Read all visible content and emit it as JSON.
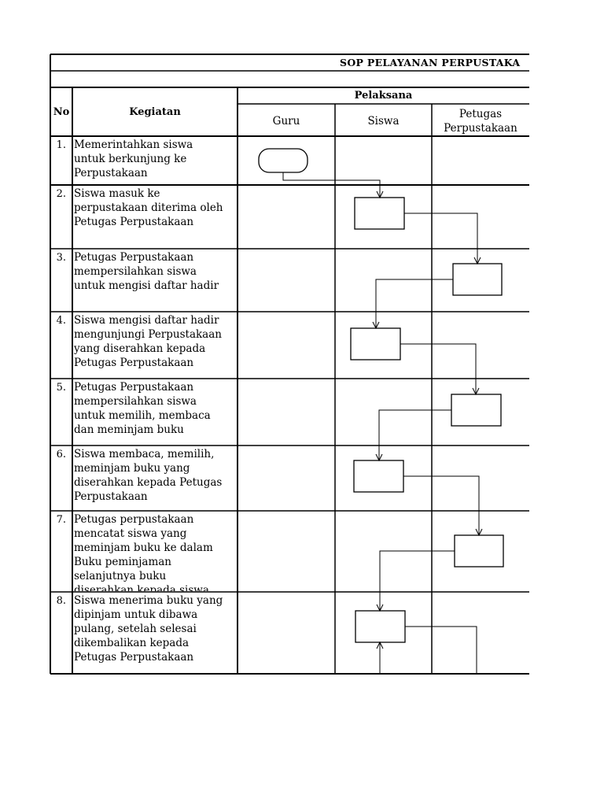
{
  "title": "SOP PELAYANAN PERPUSTAKA",
  "header": {
    "no": "No",
    "kegiatan": "Kegiatan",
    "pelaksana": "Pelaksana",
    "guru": "Guru",
    "siswa": "Siswa",
    "petugas_line1": "Petugas",
    "petugas_line2": "Perpustakaan"
  },
  "rows": [
    {
      "no": "1.",
      "lines": [
        "Memerintahkan siswa",
        "untuk berkunjung ke",
        "Perpustakaan"
      ]
    },
    {
      "no": "2.",
      "lines": [
        "Siswa masuk ke",
        "perpustakaan diterima oleh",
        "Petugas Perpustakaan"
      ]
    },
    {
      "no": "3.",
      "lines": [
        "Petugas Perpustakaan",
        "mempersilahkan siswa",
        "untuk mengisi daftar hadir"
      ]
    },
    {
      "no": "4.",
      "lines": [
        "Siswa mengisi daftar hadir",
        "mengunjungi Perpustakaan",
        "yang diserahkan kepada",
        "Petugas Perpustakaan"
      ]
    },
    {
      "no": "5.",
      "lines": [
        "Petugas Perpustakaan",
        "mempersilahkan siswa",
        "untuk memilih, membaca",
        "dan meminjam buku"
      ]
    },
    {
      "no": "6.",
      "lines": [
        "Siswa membaca, memilih,",
        "meminjam buku yang",
        "diserahkan kepada Petugas",
        "Perpustakaan"
      ]
    },
    {
      "no": "7.",
      "lines": [
        "Petugas perpustakaan",
        "mencatat siswa  yang",
        "meminjam buku ke dalam",
        "Buku peminjaman",
        "selanjutnya buku",
        "diserahkan kepada siswa"
      ]
    },
    {
      "no": "8.",
      "lines": [
        "Siswa menerima buku yang",
        "dipinjam untuk dibawa",
        "pulang, setelah selesai",
        "dikembalikan kepada",
        "Petugas Perpustakaan"
      ]
    }
  ]
}
